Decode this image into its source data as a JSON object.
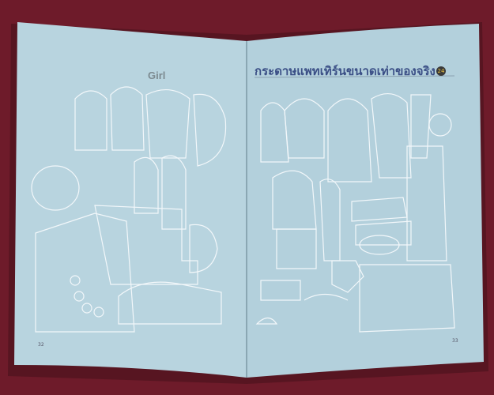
{
  "left_page": {
    "heading": "Girl",
    "page_number": "32"
  },
  "right_page": {
    "heading": "กระดาษแพทเทิร์นขนาดเท่าของจริง",
    "badge": "24",
    "page_number": "33"
  },
  "colors": {
    "background_cloth": "#6e1b2a",
    "page": "#b8d4df",
    "pattern_lines": "#f2f7fa",
    "title": "#3b4f86"
  }
}
